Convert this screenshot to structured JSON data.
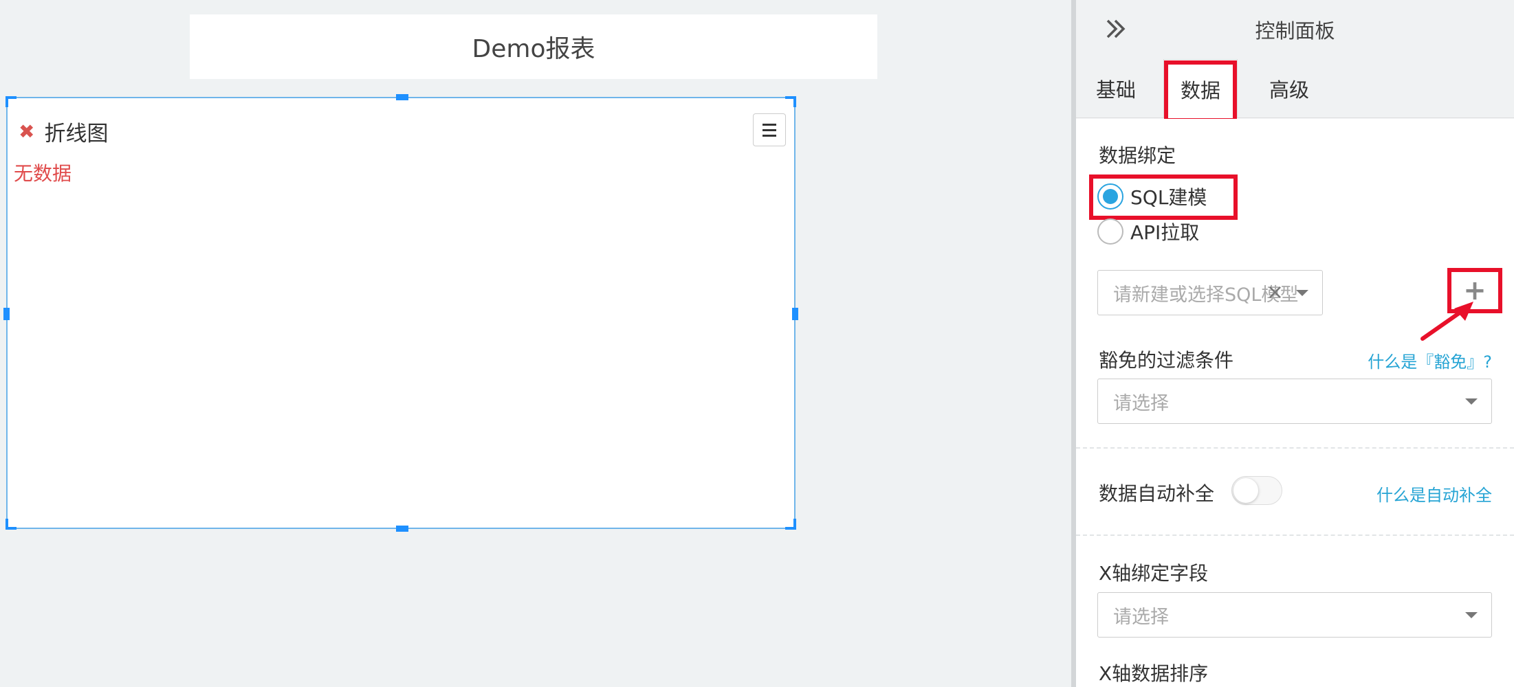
{
  "report": {
    "title": "Demo报表"
  },
  "widget": {
    "title": "折线图",
    "no_data": "无数据",
    "close_glyph": "✖"
  },
  "panel": {
    "title": "控制面板",
    "tabs": [
      {
        "label": "基础"
      },
      {
        "label": "数据"
      },
      {
        "label": "高级"
      }
    ],
    "data_binding": {
      "label": "数据绑定",
      "options": [
        {
          "label": "SQL建模",
          "selected": true
        },
        {
          "label": "API拉取",
          "selected": false
        }
      ],
      "sql_model_placeholder": "请新建或选择SQL模型",
      "add_glyph": "+",
      "clear_glyph": "×"
    },
    "filter": {
      "label": "豁免的过滤条件",
      "help_link": "什么是『豁免』?",
      "placeholder": "请选择"
    },
    "auto_fill": {
      "label": "数据自动补全",
      "help_link": "什么是自动补全",
      "enabled": false
    },
    "x_field": {
      "label": "X轴绑定字段",
      "placeholder": "请选择"
    },
    "x_sort": {
      "label": "X轴数据排序"
    }
  },
  "colors": {
    "highlight": "#e8102a",
    "accent": "#2aa4e0",
    "link": "#26a4d4",
    "selection": "#1e90ff",
    "error": "#e04b4b"
  }
}
